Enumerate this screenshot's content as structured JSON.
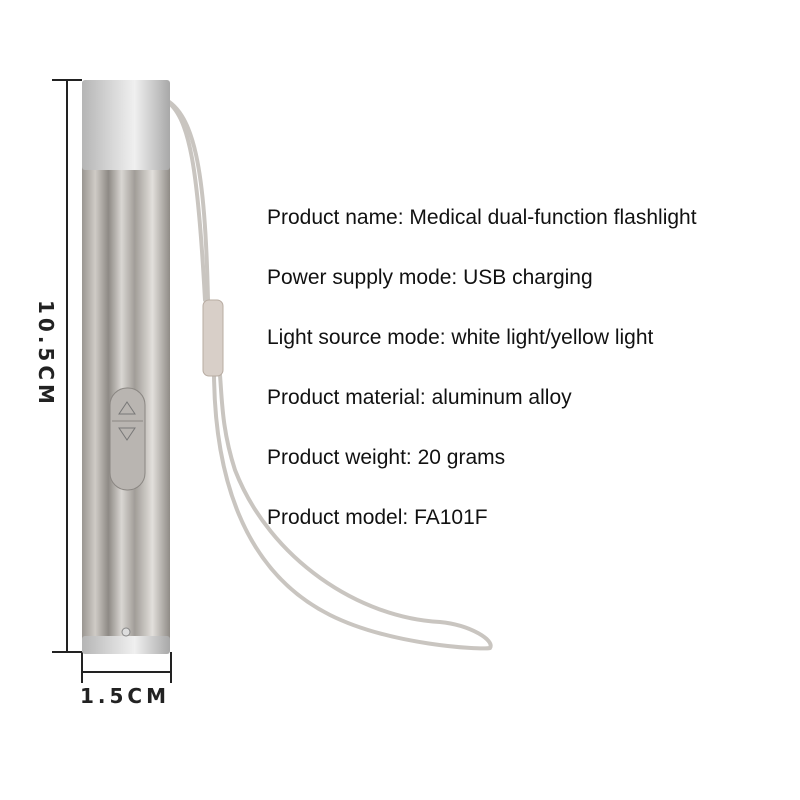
{
  "dimensions": {
    "height": "10.5CM",
    "width": "1.5CM"
  },
  "specs": [
    "Product name: Medical dual-function flashlight",
    "Power supply mode: USB charging",
    "Light source mode: white light/yellow light",
    "Product material: aluminum alloy",
    "Product weight: 20 grams",
    "Product model: FA101F"
  ]
}
